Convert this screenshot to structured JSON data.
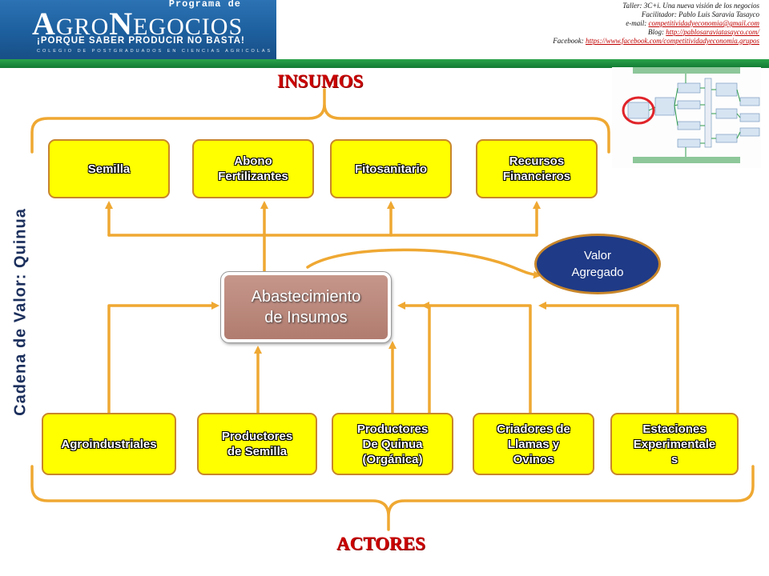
{
  "banner": {
    "logo_programa": "Programa de",
    "logo_title_a": "A",
    "logo_title_gro": "GRO",
    "logo_title_n": "N",
    "logo_title_egocios": "EGOCIOS",
    "logo_slogan": "¡PORQUE SABER PRODUCIR NO BASTA!",
    "logo_colegio": "COLEGIO DE POSTGRADUADOS EN CIENCIAS AGRICOLAS",
    "info_line1": "Taller: 3C+i. Una nueva visión de los negocios",
    "info_line2": "Facilitador: Pablo Luis Saravia Tasayco",
    "email_label": "e-mail: ",
    "email_link": "competitividadyeconomia@gmail.com",
    "blog_label": "Blog: ",
    "blog_link": "http://pablosaraviatasayco.com/",
    "facebook_label": "Facebook: ",
    "facebook_link": "https://www.facebook.com/competitividadyeconomia.grupos"
  },
  "vertical_title": "Cadena de Valor: Quinua",
  "insumos_header": "INSUMOS",
  "actores_header": "ACTORES",
  "insumos": [
    {
      "line1": "Semilla",
      "line2": ""
    },
    {
      "line1": "Abono",
      "line2": "Fertilizantes"
    },
    {
      "line1": "Fitosanitario",
      "line2": ""
    },
    {
      "line1": "Recursos",
      "line2": "Financieros"
    }
  ],
  "center": {
    "line1": "Abastecimiento",
    "line2": "de Insumos"
  },
  "valor": {
    "line1": "Valor",
    "line2": "Agregado"
  },
  "actores": [
    {
      "line1": "Agroindustriales",
      "line2": "",
      "line3": ""
    },
    {
      "line1": "Productores",
      "line2": "de Semilla",
      "line3": ""
    },
    {
      "line1": "Productores",
      "line2": "De Quinua",
      "line3": "(Orgánica)"
    },
    {
      "line1": "Criadores de",
      "line2": "Llamas y",
      "line3": "Ovinos"
    },
    {
      "line1": "Estaciones",
      "line2": "Experimentale",
      "line3": "s"
    }
  ],
  "colors": {
    "accent_line": "#efa832",
    "box_fill": "#ffff00",
    "box_border": "#c8862a",
    "center_fill": "#b98377",
    "valor_fill": "#1f3a86",
    "header_red": "#cc0000"
  }
}
